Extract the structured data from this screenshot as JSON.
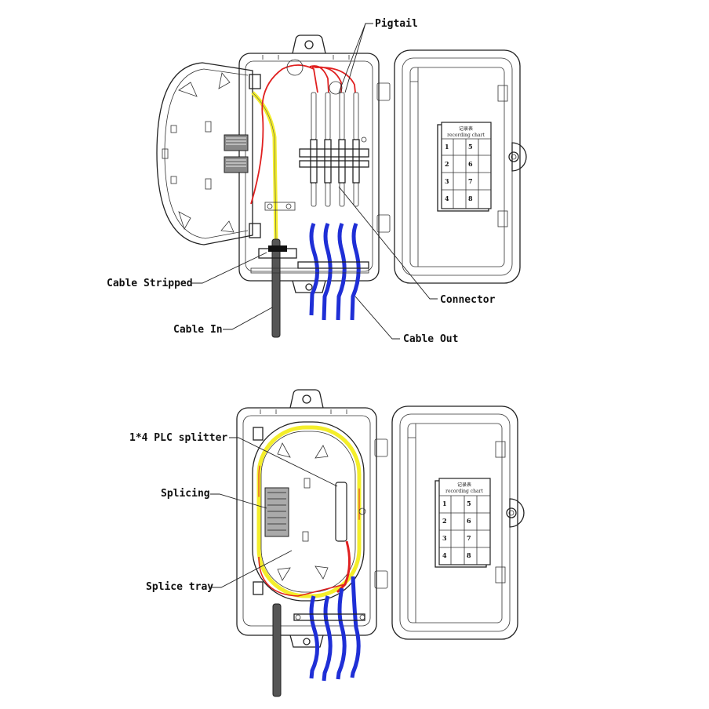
{
  "labels": {
    "pigtail": "Pigtail",
    "cable_stripped": "Cable Stripped",
    "cable_in": "Cable In",
    "connector": "Connector",
    "cable_out": "Cable Out",
    "plc_splitter": "1*4 PLC splitter",
    "splicing": "Splicing",
    "splice_tray": "Splice tray"
  },
  "recording_chart": {
    "title_cn": "记录表",
    "title_en": "recording chart",
    "cells": [
      "1",
      "5",
      "2",
      "6",
      "3",
      "7",
      "4",
      "8"
    ]
  },
  "colors": {
    "cable_out": "#1f2fd6",
    "cable_in": "#555555",
    "fiber_yellow": "#f4ee2a",
    "fiber_red": "#e02020",
    "outline": "#222222"
  }
}
